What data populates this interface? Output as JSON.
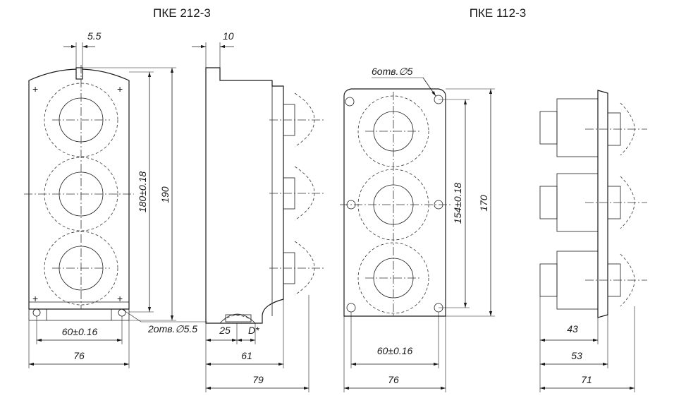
{
  "titles": {
    "left": "ПКЕ 212-3",
    "right": "ПКЕ 112-3"
  },
  "dimensions": {
    "pke212": {
      "slot": "5.5",
      "slot_side": "10",
      "hole_spacing": "60±0.16",
      "width": "76",
      "holes": "2отв.∅5.5",
      "mount_height": "180±0.18",
      "height": "190",
      "depth_a": "25",
      "depth_d": "D*",
      "depth_body": "61",
      "depth_total": "79"
    },
    "pke112": {
      "holes": "6отв.∅5",
      "mount_height": "154±0.18",
      "height": "170",
      "hole_spacing": "60±0.16",
      "width": "76",
      "depth_a": "43",
      "depth_b": "53",
      "depth_total": "71"
    }
  }
}
